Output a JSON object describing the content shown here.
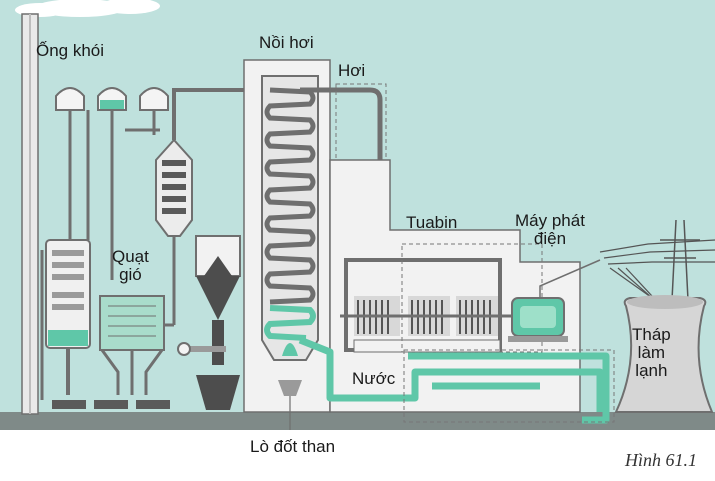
{
  "labels": {
    "chimney": "Ống khói",
    "boiler": "Nồi hơi",
    "steam": "Hơi",
    "fan_line1": "Quạt",
    "fan_line2": "gió",
    "turbine": "Tuabin",
    "generator_line1": "Máy phát",
    "generator_line2": "điện",
    "tower_line1": "Tháp",
    "tower_line2": "làm",
    "tower_line3": "lạnh",
    "water": "Nước",
    "furnace": "Lò đốt than"
  },
  "caption": "Hình 61.1",
  "colors": {
    "background": "#bfe1dd",
    "ground": "#7f8a88",
    "pipe": "#6f6f6f",
    "water_pipe": "#5fc7a8",
    "building": "#f2f2f2"
  }
}
